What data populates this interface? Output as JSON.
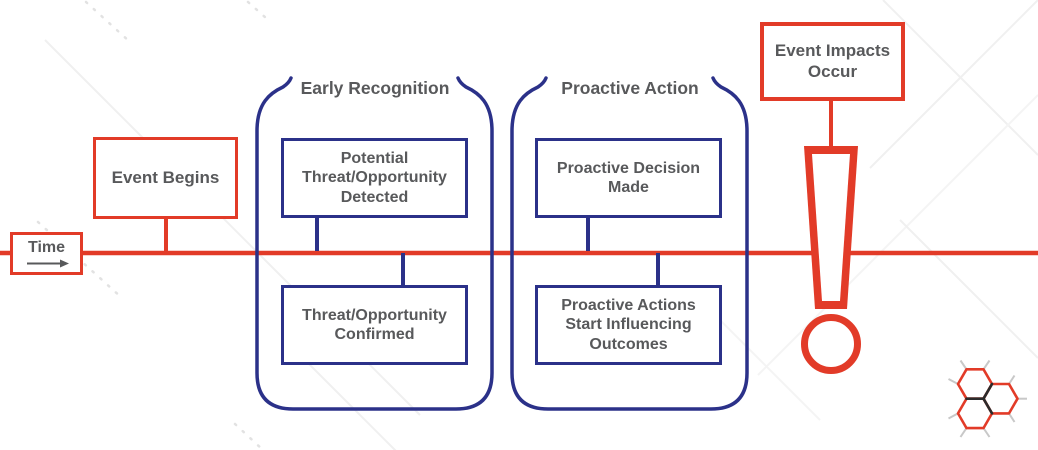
{
  "palette": {
    "red": "#E23B28",
    "navy": "#2B3189",
    "text_gray": "#58595B",
    "watermark_gray": "#F0F0F0"
  },
  "timeline": {
    "label": "Time"
  },
  "boxes": {
    "event_begins": "Event Begins",
    "event_impacts": "Event Impacts\nOccur"
  },
  "groups": [
    {
      "title": "Early Recognition",
      "top_box": "Potential\nThreat/Opportunity\nDetected",
      "bottom_box": "Threat/Opportunity\nConfirmed"
    },
    {
      "title": "Proactive Action",
      "top_box": "Proactive Decision\nMade",
      "bottom_box": "Proactive Actions\nStart Influencing\nOutcomes"
    }
  ],
  "icons": {
    "time_arrow": "right-arrow",
    "exclamation": "exclamation-mark",
    "logo": "hexagon-cluster"
  }
}
